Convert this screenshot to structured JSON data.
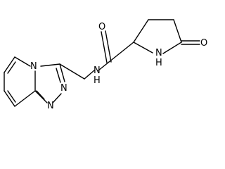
{
  "molecule": {
    "atoms": {
      "o_carbonyl": "O",
      "n_amide": "N",
      "h_amide": "H",
      "n_lactam": "N",
      "h_lactam": "H",
      "o_lactam": "O",
      "n_fused": "N",
      "n_triazole_a": "N",
      "n_triazole_b": "N"
    },
    "colors": {
      "bond": "#000000",
      "label": "#000000",
      "background": "#ffffff"
    }
  }
}
